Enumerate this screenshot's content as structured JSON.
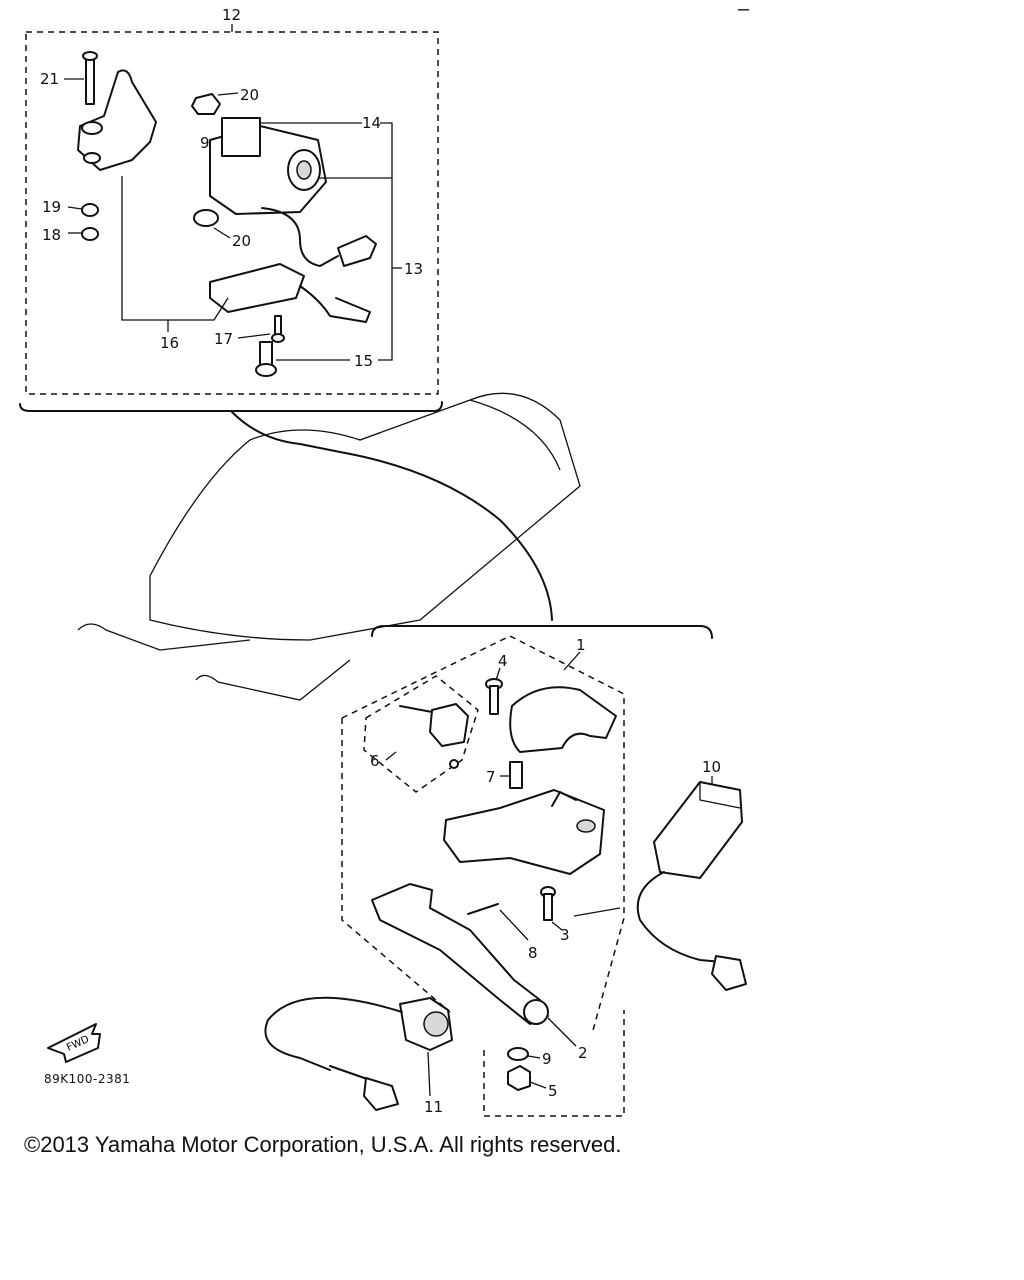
{
  "diagram": {
    "callouts": {
      "c1": "1",
      "c2": "2",
      "c3": "3",
      "c4": "4",
      "c5": "5",
      "c6": "6",
      "c7": "7",
      "c8": "8",
      "c9a": "9",
      "c9b": "9",
      "c10": "10",
      "c11": "11",
      "c12": "12",
      "c13": "13",
      "c14": "14",
      "c15": "15",
      "c16": "16",
      "c17": "17",
      "c18": "18",
      "c19": "19",
      "c20a": "20",
      "c20b": "20",
      "c21": "21"
    },
    "fwd_label": "FWD",
    "diagram_code": "89K100-2381",
    "corner_mark": "–"
  },
  "footer": {
    "copyright": "©2013 Yamaha Motor Corporation, U.S.A. All rights reserved."
  }
}
